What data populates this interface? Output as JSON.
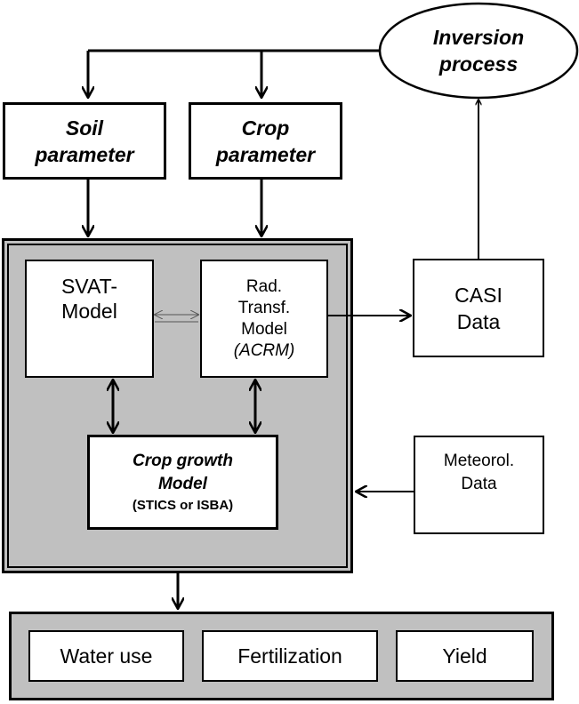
{
  "nodes": {
    "inversion": {
      "line1": "Inversion",
      "line2": "process"
    },
    "soil": {
      "line1": "Soil",
      "line2": "parameter"
    },
    "crop_param": {
      "line1": "Crop",
      "line2": "parameter"
    },
    "svat": {
      "line1": "SVAT-",
      "line2": "Model"
    },
    "rtm": {
      "line1": "Rad.",
      "line2": "Transf.",
      "line3": "Model",
      "line4": "(ACRM)"
    },
    "casi": {
      "line1": "CASI",
      "line2": "Data"
    },
    "crop_growth": {
      "line1": "Crop growth",
      "line2": "Model",
      "line3": "(STICS or ISBA)"
    },
    "meteo": {
      "line1": "Meteorol.",
      "line2": "Data"
    },
    "water_use": "Water use",
    "fertilization": "Fertilization",
    "yield": "Yield"
  },
  "colors": {
    "panel_fill": "#c0c0c0",
    "stroke": "#000000",
    "box_fill": "#ffffff"
  }
}
